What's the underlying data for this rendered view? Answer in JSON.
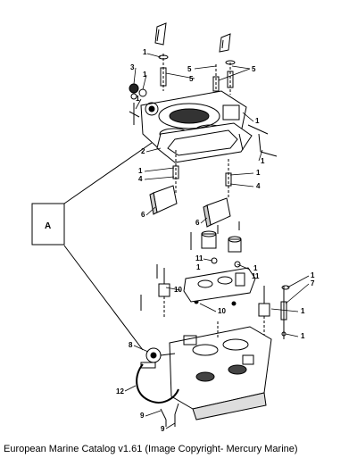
{
  "diagram": {
    "inset_label": "A",
    "callouts": [
      {
        "id": "c-1a",
        "text": "1"
      },
      {
        "id": "c-3",
        "text": "3"
      },
      {
        "id": "c-1b",
        "text": "1"
      },
      {
        "id": "c-5a",
        "text": "5"
      },
      {
        "id": "c-5b",
        "text": "5"
      },
      {
        "id": "c-5c",
        "text": "5"
      },
      {
        "id": "c-1c",
        "text": "1"
      },
      {
        "id": "c-1d",
        "text": "1"
      },
      {
        "id": "c-2",
        "text": "2"
      },
      {
        "id": "c-1e",
        "text": "1"
      },
      {
        "id": "c-1f",
        "text": "1"
      },
      {
        "id": "c-4a",
        "text": "4"
      },
      {
        "id": "c-1g",
        "text": "1"
      },
      {
        "id": "c-4b",
        "text": "4"
      },
      {
        "id": "c-6a",
        "text": "6"
      },
      {
        "id": "c-6b",
        "text": "6"
      },
      {
        "id": "c-11a",
        "text": "11"
      },
      {
        "id": "c-1h",
        "text": "1"
      },
      {
        "id": "c-1i",
        "text": "1"
      },
      {
        "id": "c-11b",
        "text": "11"
      },
      {
        "id": "c-1j",
        "text": "1"
      },
      {
        "id": "c-7",
        "text": "7"
      },
      {
        "id": "c-10a",
        "text": "10"
      },
      {
        "id": "c-10b",
        "text": "10"
      },
      {
        "id": "c-1k",
        "text": "1"
      },
      {
        "id": "c-1l",
        "text": "1"
      },
      {
        "id": "c-8",
        "text": "8"
      },
      {
        "id": "c-12",
        "text": "12"
      },
      {
        "id": "c-9a",
        "text": "9"
      },
      {
        "id": "c-9b",
        "text": "9"
      }
    ]
  },
  "caption": "European Marine Catalog v1.61 (Image Copyright- Mercury Marine)"
}
